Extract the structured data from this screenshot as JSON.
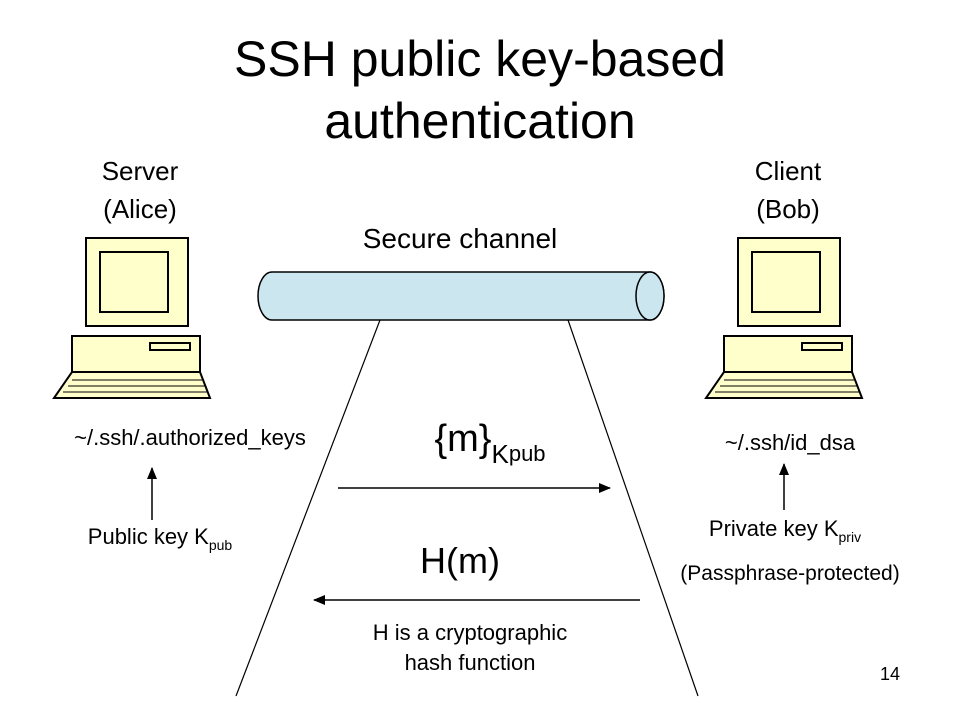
{
  "slide": {
    "title_line1": "SSH public key-based",
    "title_line2": "authentication",
    "page_number": "14"
  },
  "server": {
    "name": "Server",
    "owner": "(Alice)",
    "file": "~/.ssh/.authorized_keys",
    "key_label": "Public key K",
    "key_sub": "pub"
  },
  "client": {
    "name": "Client",
    "owner": "(Bob)",
    "file": "~/.ssh/id_dsa",
    "key_label": "Private key K",
    "key_sub": "priv",
    "key_note": "(Passphrase-protected)"
  },
  "channel": {
    "label": "Secure channel"
  },
  "messages": {
    "encrypted_main": "{m}",
    "encrypted_sub": "K",
    "encrypted_subsub": "pub",
    "response": "H(m)",
    "hash_note_line1": "H is a cryptographic",
    "hash_note_line2": "hash function"
  },
  "colors": {
    "computer_fill": "#ffffcc",
    "channel_fill": "#cce6ef"
  }
}
